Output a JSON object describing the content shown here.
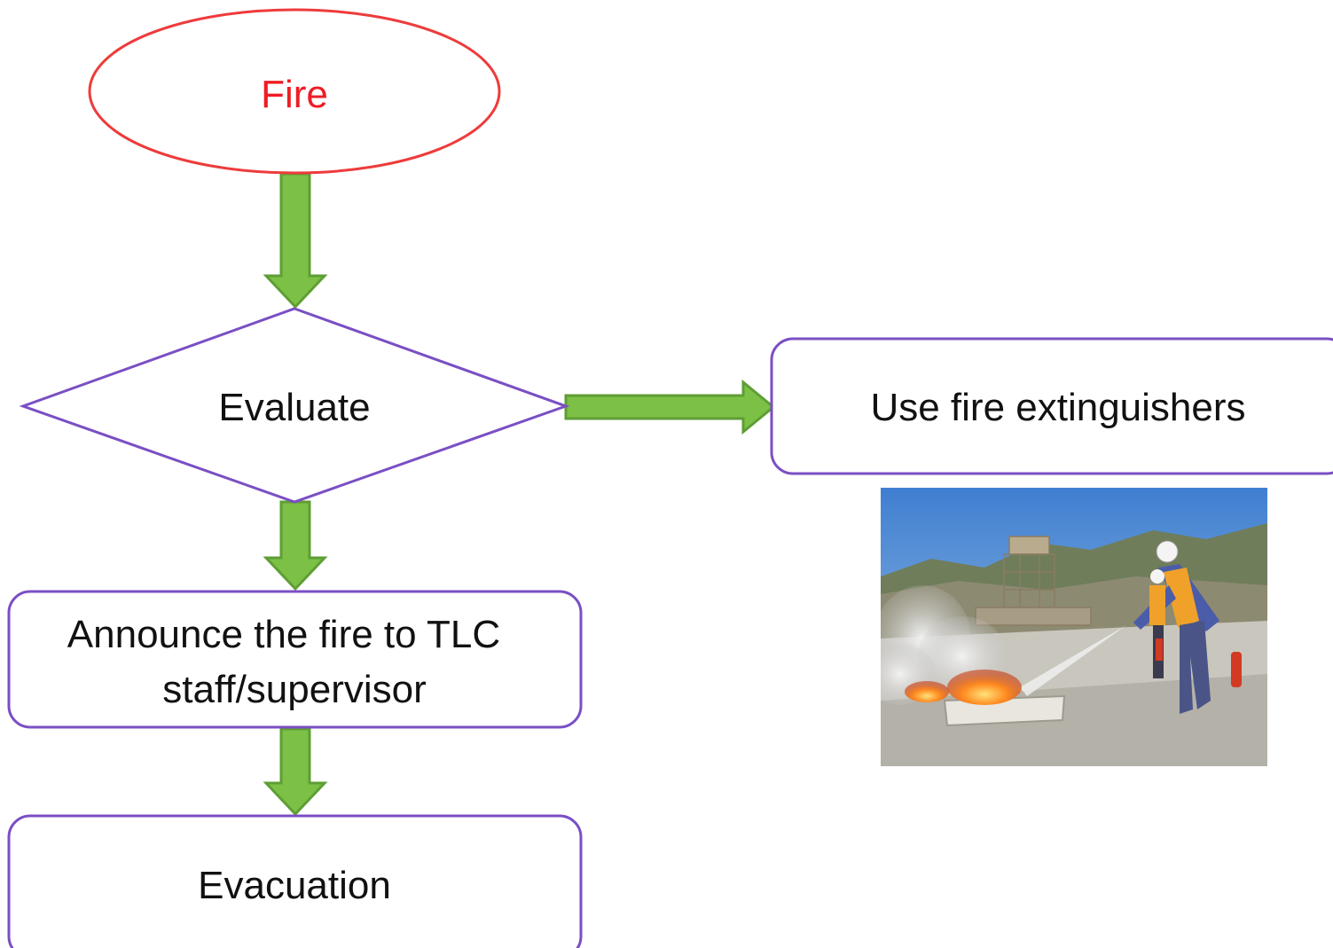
{
  "diagram": {
    "nodes": {
      "fire": {
        "label": "Fire",
        "shape": "ellipse",
        "color": "#ee1c24"
      },
      "evaluate": {
        "label": "Evaluate",
        "shape": "diamond"
      },
      "announce": {
        "label_line1": "Announce the fire to TLC",
        "label_line2": "staff/supervisor",
        "shape": "rounded-rect"
      },
      "evacuation": {
        "label": "Evacuation",
        "shape": "rounded-rect"
      },
      "extinguishers": {
        "label": "Use fire extinguishers",
        "shape": "rounded-rect"
      }
    },
    "edges": [
      {
        "from": "fire",
        "to": "evaluate"
      },
      {
        "from": "evaluate",
        "to": "announce"
      },
      {
        "from": "announce",
        "to": "evacuation"
      },
      {
        "from": "evaluate",
        "to": "extinguishers"
      }
    ],
    "photo": {
      "subject": "workers using fire extinguishers on a pan fire at an industrial site"
    },
    "colors": {
      "node_border": "#7a4fc4",
      "fire_border": "#ee3b3b",
      "arrow_fill": "#7cc045",
      "arrow_stroke": "#5e9e35"
    }
  }
}
